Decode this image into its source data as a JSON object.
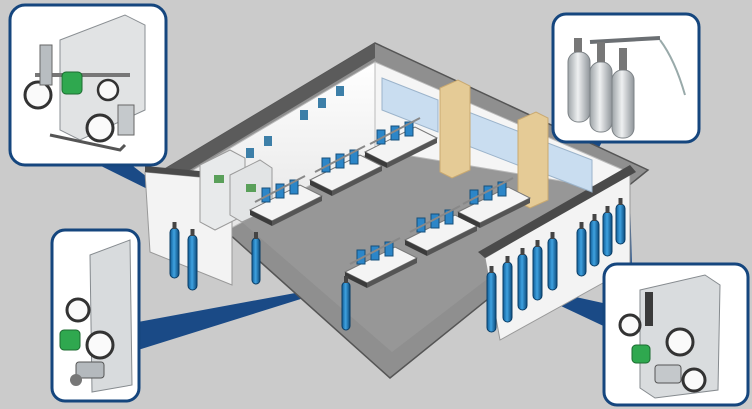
{
  "scene": {
    "colors": {
      "background": "#cbcbcb",
      "callout_border": "#15467e",
      "callout_fill": "#ffffff",
      "leader": "#1a4a86",
      "cylinder_blue": "#1d7fc1",
      "cylinder_grey": "#cfd3d6",
      "floor": "#8f8f8f",
      "wall": "#f1f1f1",
      "pillar": "#e5cb96",
      "valve_green": "#2fa84f"
    },
    "callouts": [
      {
        "id": "wall-panel-regulator",
        "icon": "gas-regulator-panel-icon"
      },
      {
        "id": "cylinder-manifold",
        "icon": "gas-cylinder-manifold-icon"
      },
      {
        "id": "single-cylinder-regulator",
        "icon": "single-regulator-icon"
      },
      {
        "id": "changeover-panel",
        "icon": "changeover-manifold-icon"
      }
    ],
    "workbench_rows": 2,
    "cylinder_groups": 3
  }
}
